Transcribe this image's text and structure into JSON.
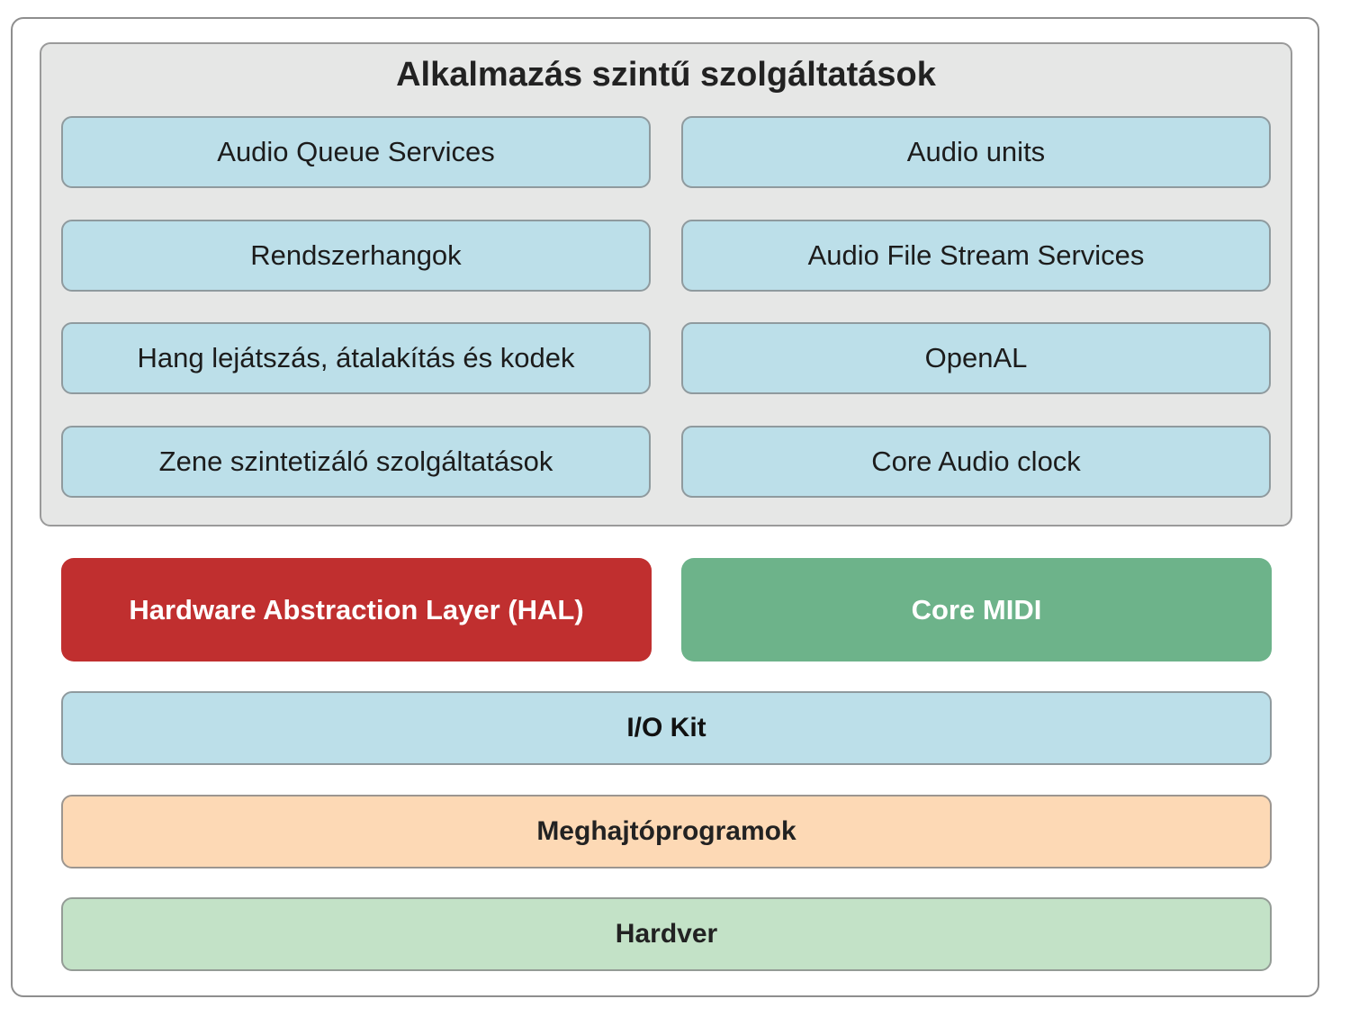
{
  "app_services": {
    "title": "Alkalmazás szintű szolgáltatások",
    "left_column": [
      "Audio Queue Services",
      "Rendszerhangok",
      "Hang lejátszás, átalakítás és kodek",
      "Zene szintetizáló szolgáltatások"
    ],
    "right_column": [
      "Audio units",
      "Audio File Stream Services",
      "OpenAL",
      "Core Audio clock"
    ]
  },
  "hal": {
    "label": "Hardware Abstraction Layer (HAL)",
    "color": "#c02f2f"
  },
  "core_midi": {
    "label": "Core MIDI",
    "color": "#6db38a"
  },
  "io_kit": {
    "label": "I/O Kit",
    "color": "#bcdfe9"
  },
  "drivers": {
    "label": "Meghajtóprogramok",
    "color": "#fdd9b5"
  },
  "hardware": {
    "label": "Hardver",
    "color": "#c3e2c7"
  }
}
